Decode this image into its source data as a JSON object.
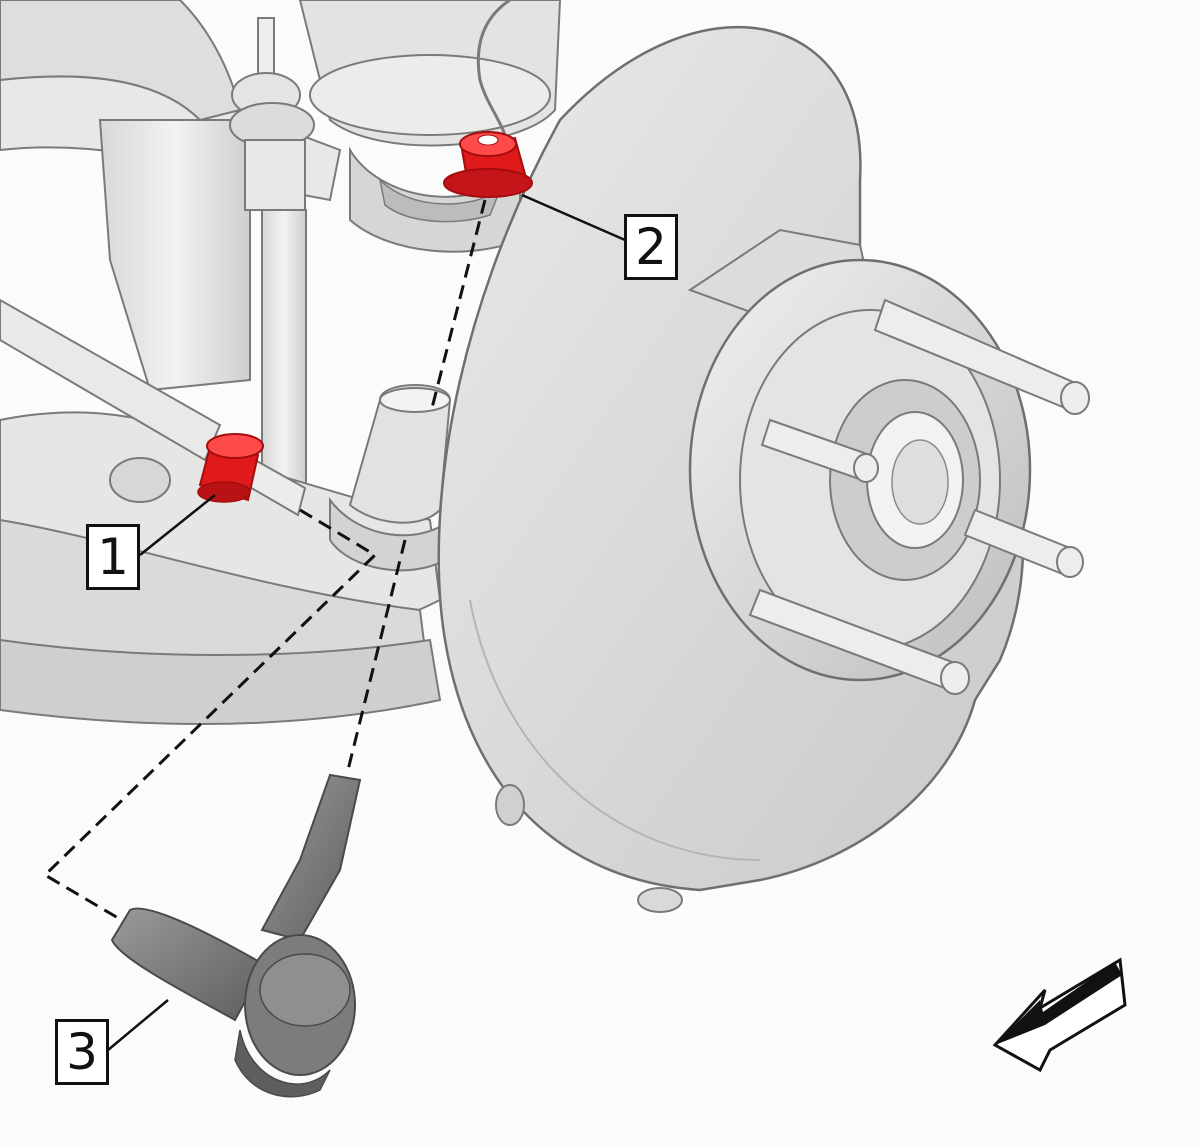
{
  "diagram": {
    "callouts": [
      {
        "label": "1",
        "part": "tie-rod-jam-nut",
        "highlight": true
      },
      {
        "label": "2",
        "part": "tie-rod-end-nut",
        "highlight": true
      },
      {
        "label": "3",
        "part": "outer-tie-rod-end",
        "highlight": false
      }
    ],
    "direction_arrow": "front-of-vehicle-arrow",
    "colors": {
      "highlight": "#e0191b",
      "highlight_dark": "#a40d10",
      "part_light": "#e7e7e5",
      "part_mid": "#d2d2d0",
      "part_shadow": "#b9b9b7",
      "removed_part": "#8c8c8a",
      "removed_part_dark": "#6a6a68",
      "outline": "#6f6f6f",
      "leader": "#111111"
    }
  }
}
